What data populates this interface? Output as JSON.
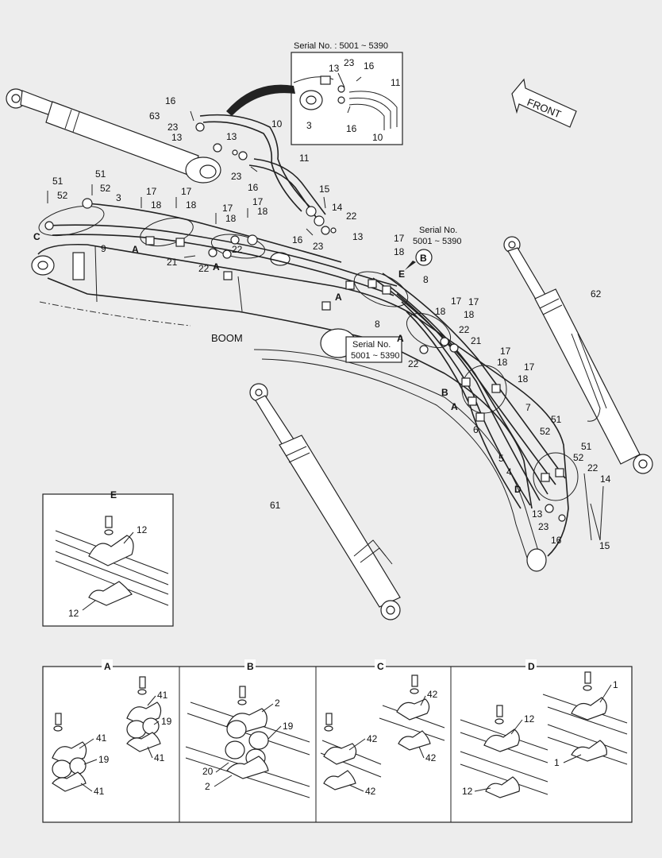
{
  "main_notes": {
    "serial_top": "Serial No. : 5001 ~ 5390",
    "serial_mid_line1": "Serial No.",
    "serial_mid_line2": "5001 ~ 5390",
    "serial_box_line1": "Serial No.",
    "serial_box_line2": "5001 ~ 5390",
    "front": "FRONT",
    "boom": "BOOM"
  },
  "part_numbers": {
    "p1": "1",
    "p2": "2",
    "p3": "3",
    "p4": "4",
    "p5": "5",
    "p6": "6",
    "p7": "7",
    "p8": "8",
    "p9": "9",
    "p10": "10",
    "p11": "11",
    "p12": "12",
    "p13": "13",
    "p14": "14",
    "p15": "15",
    "p16": "16",
    "p17": "17",
    "p18": "18",
    "p19": "19",
    "p20": "20",
    "p21": "21",
    "p22": "22",
    "p23": "23",
    "p41": "41",
    "p42": "42",
    "p51": "51",
    "p52": "52",
    "p61": "61",
    "p62": "62",
    "p63": "63"
  },
  "detail_letters": {
    "A": "A",
    "B": "B",
    "C": "C",
    "D": "D",
    "E": "E"
  },
  "colors": {
    "line": "#222222",
    "background": "#ededed",
    "paper": "#ffffff"
  }
}
